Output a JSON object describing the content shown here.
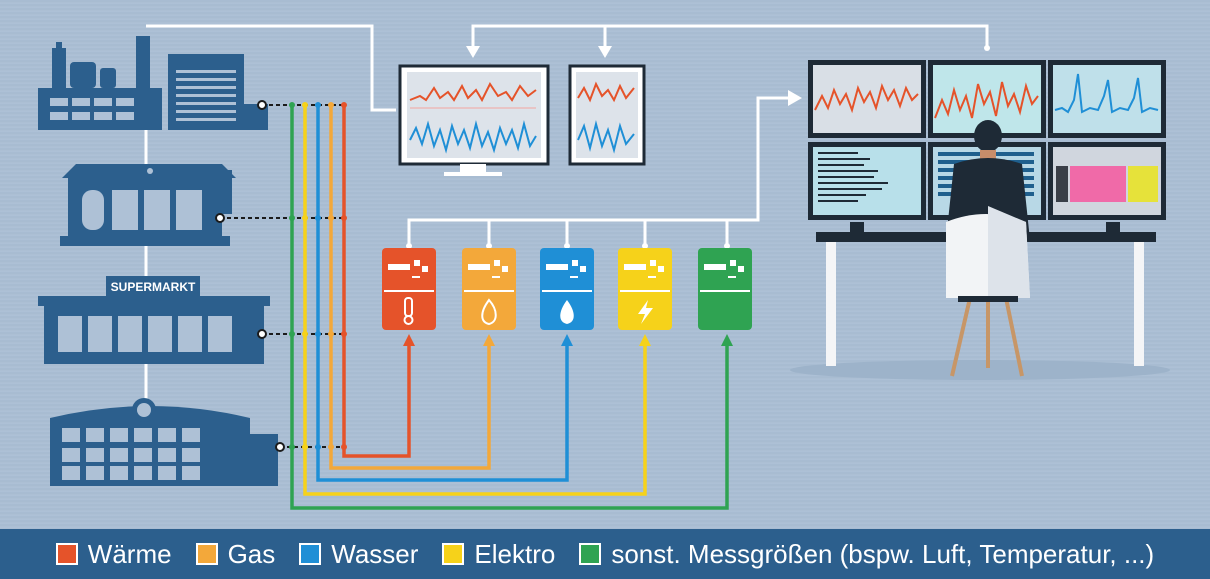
{
  "building_sign": "SUPERMARKT",
  "colors": {
    "waerme": "#e5532a",
    "gas": "#f3a83a",
    "wasser": "#1f8fd6",
    "elektro": "#f6d21a",
    "sonst": "#2fa352",
    "building": "#2c5f8d",
    "monitor_frame": "#1e2a36",
    "legend_bg": "#2c5f8d"
  },
  "meters": [
    {
      "key": "waerme",
      "icon": "thermometer-icon"
    },
    {
      "key": "gas",
      "icon": "flame-icon"
    },
    {
      "key": "wasser",
      "icon": "water-drop-icon"
    },
    {
      "key": "elektro",
      "icon": "lightning-icon"
    },
    {
      "key": "sonst",
      "icon": "blank-icon"
    }
  ],
  "legend": [
    {
      "key": "waerme",
      "label": "Wärme"
    },
    {
      "key": "gas",
      "label": "Gas"
    },
    {
      "key": "wasser",
      "label": "Wasser"
    },
    {
      "key": "elektro",
      "label": "Elektro"
    },
    {
      "key": "sonst",
      "label": "sonst. Messgrößen (bspw. Luft, Temperatur, ...)"
    }
  ]
}
